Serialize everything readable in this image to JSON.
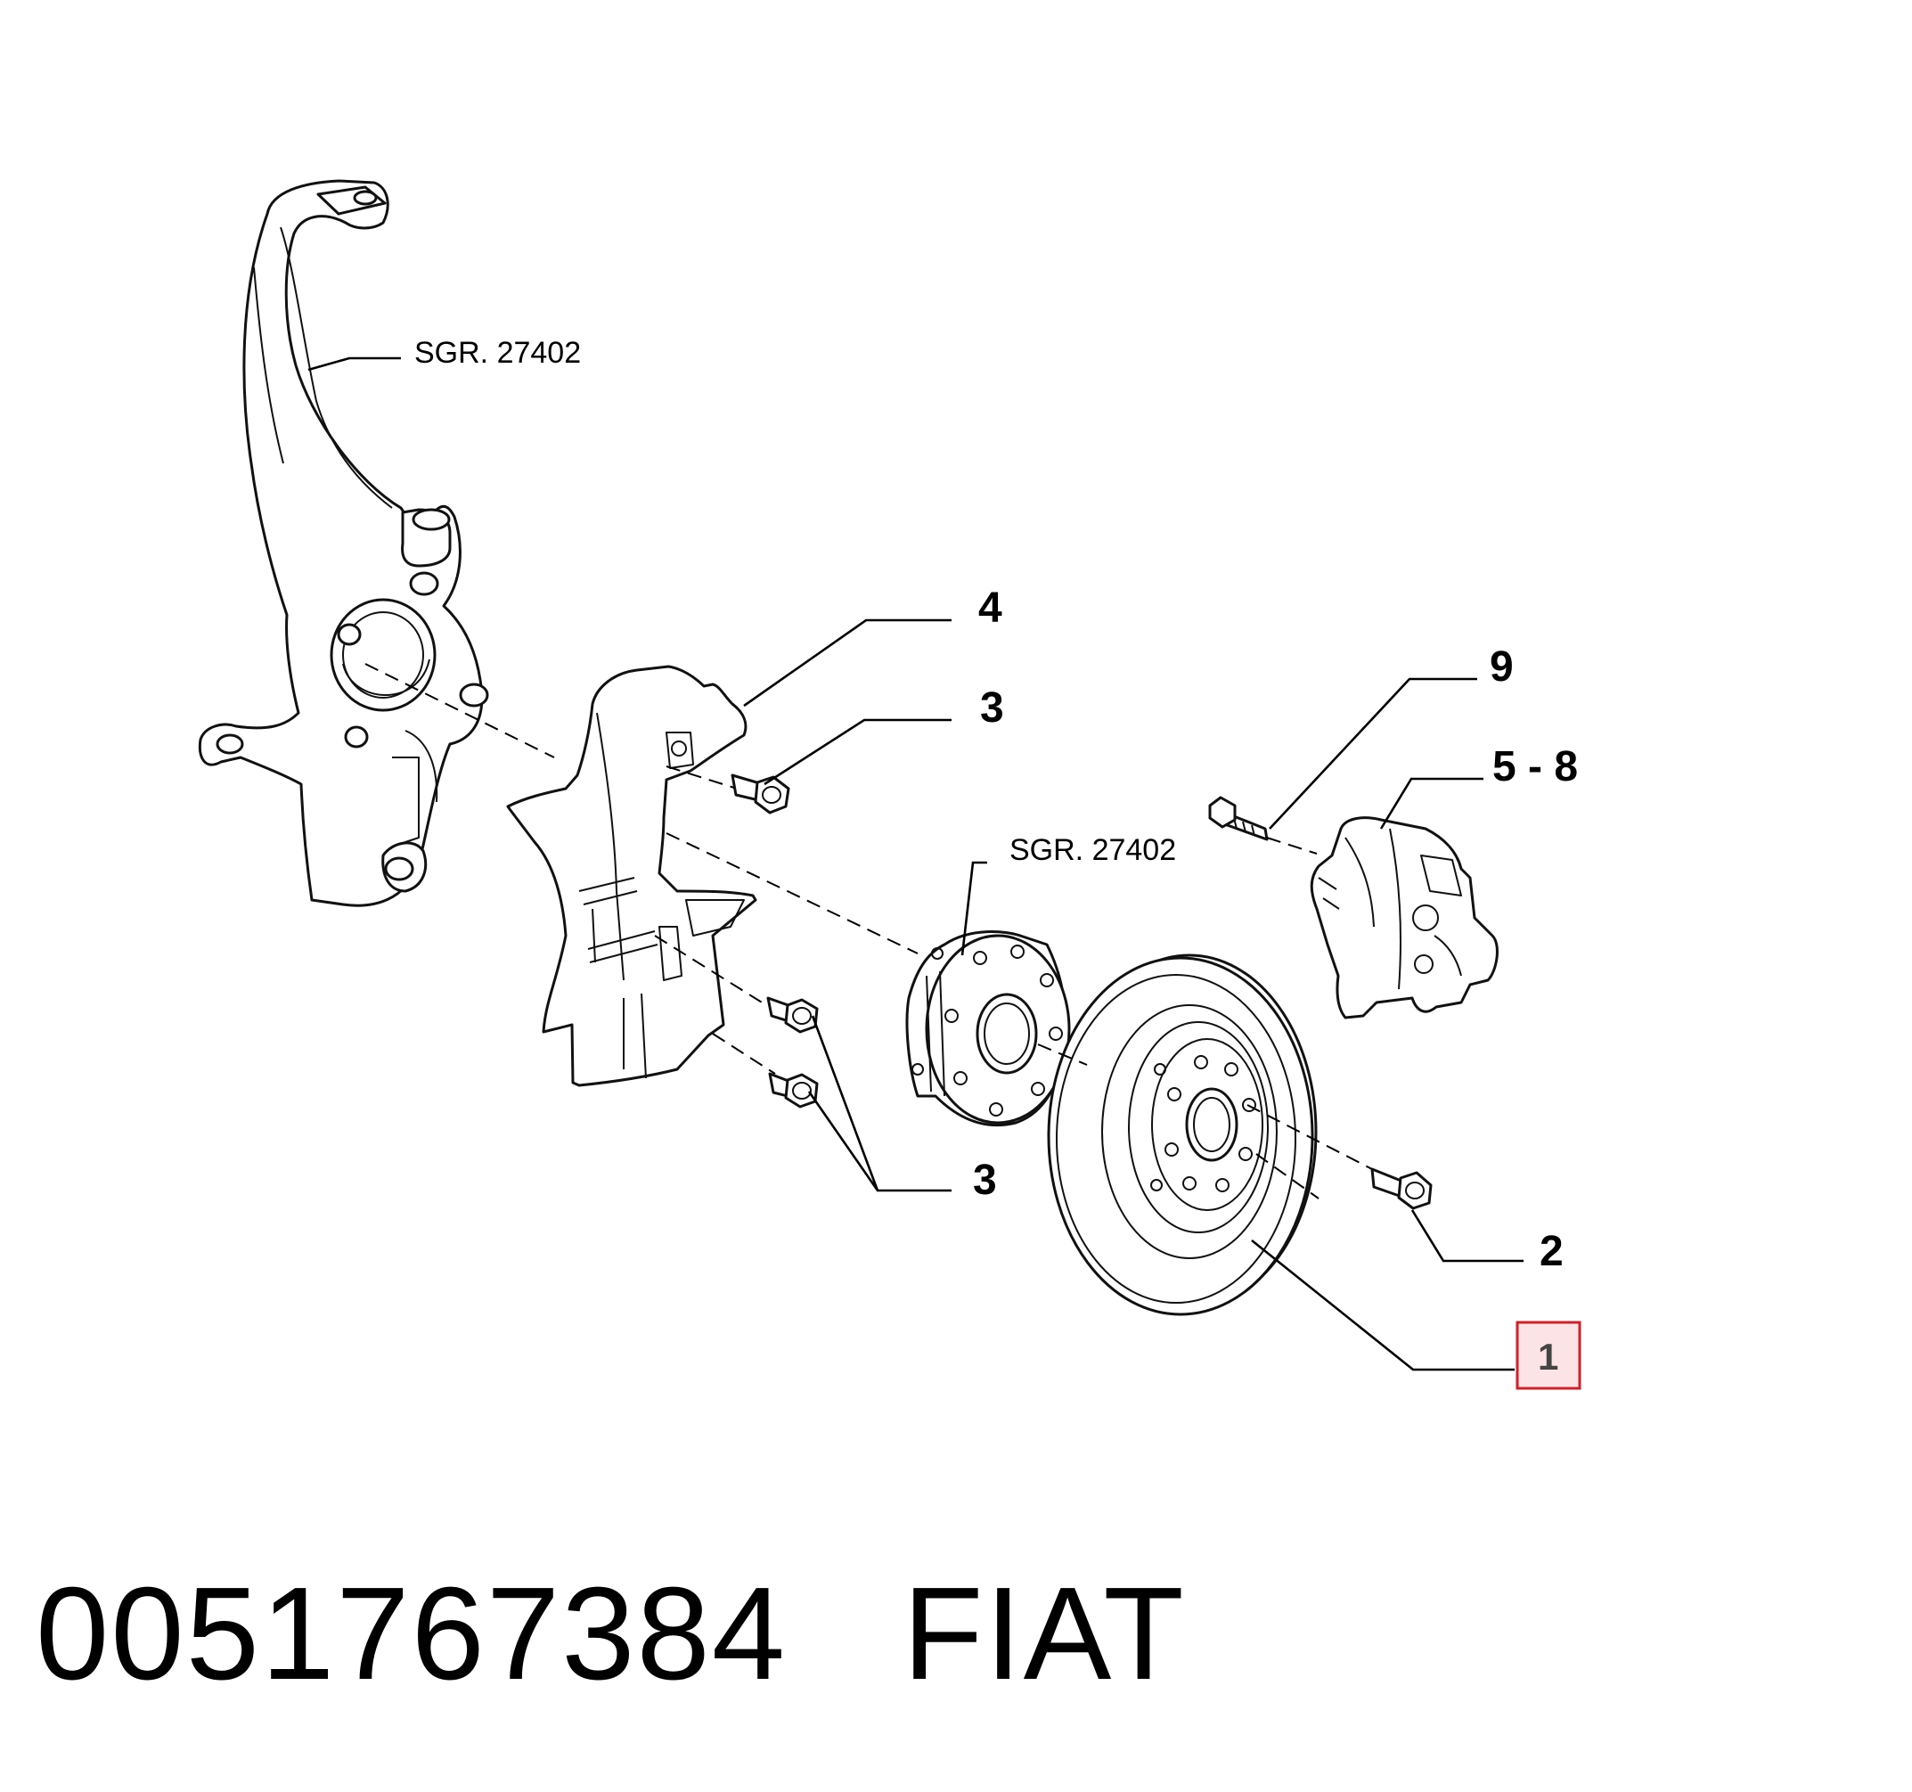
{
  "diagram": {
    "labels": {
      "knuckle_ref": "SGR. 27402",
      "hub_ref": "SGR. 27402",
      "splash_shield": "4",
      "screw_upper": "3",
      "screw_lower": "3",
      "caliper_bolt": "9",
      "caliper": "5 - 8",
      "disc_screw": "2",
      "brake_disc": "1"
    },
    "highlight_color": "#d0202a",
    "highlight_fill": "#fbe3e6"
  },
  "caption": {
    "part_number": "0051767384",
    "brand": "FIAT"
  }
}
